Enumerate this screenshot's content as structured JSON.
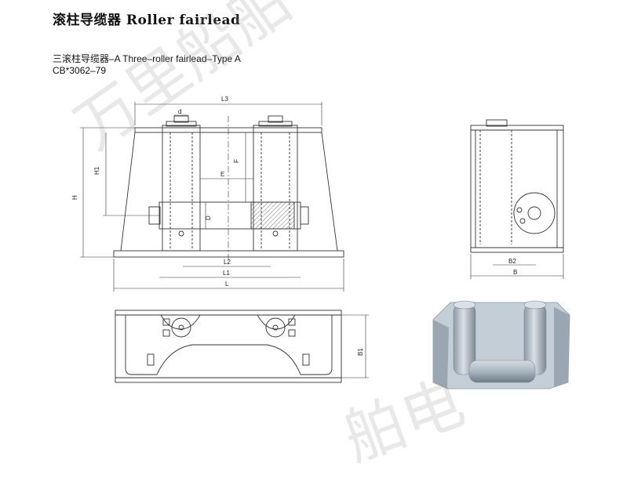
{
  "header": {
    "title": "滚柱导缆器 Roller fairlead",
    "subtitle": "三滚柱导缆器–A Three–roller fairlead–Type A",
    "standard": "CB*3062–79"
  },
  "dimensions": {
    "L3": "L3",
    "d": "d",
    "H": "H",
    "H1": "H1",
    "E": "E",
    "F": "F",
    "D": "D",
    "L2": "L2",
    "L1": "L1",
    "L": "L",
    "B2": "B2",
    "B": "B",
    "B1": "B1"
  },
  "watermark": {
    "line1": "万里船舶",
    "line2": "舶电"
  },
  "colors": {
    "line": "#333333",
    "hatch": "#555555",
    "photo_body": "#b8c4cf",
    "photo_shadow": "#7f8b96"
  }
}
